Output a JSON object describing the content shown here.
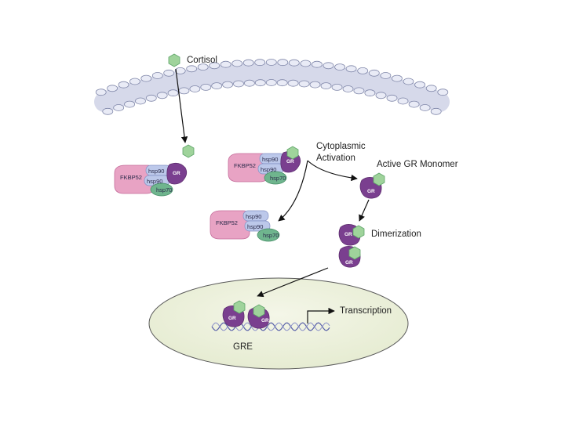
{
  "labels": {
    "cortisol": "Cortisol",
    "cytoplasmic": "Cytoplasmic",
    "activation": "Activation",
    "active_gr_monomer": "Active GR Monomer",
    "dimerization": "Dimerization",
    "transcription": "Transcription",
    "gre": "GRE"
  },
  "molecules": {
    "fkbp52": "FKBP52",
    "hsp90": "hsp90",
    "hsp70": "hsp70",
    "gr": "GR"
  },
  "colors": {
    "cortisol": "#9fd39b",
    "fkbp52": "#e8a3c4",
    "hsp90": "#bcc8ea",
    "hsp70": "#6fb58e",
    "gr": "#7a3f8f",
    "nucleus": "#eef2dd",
    "membrane": "#e9ebf6"
  }
}
